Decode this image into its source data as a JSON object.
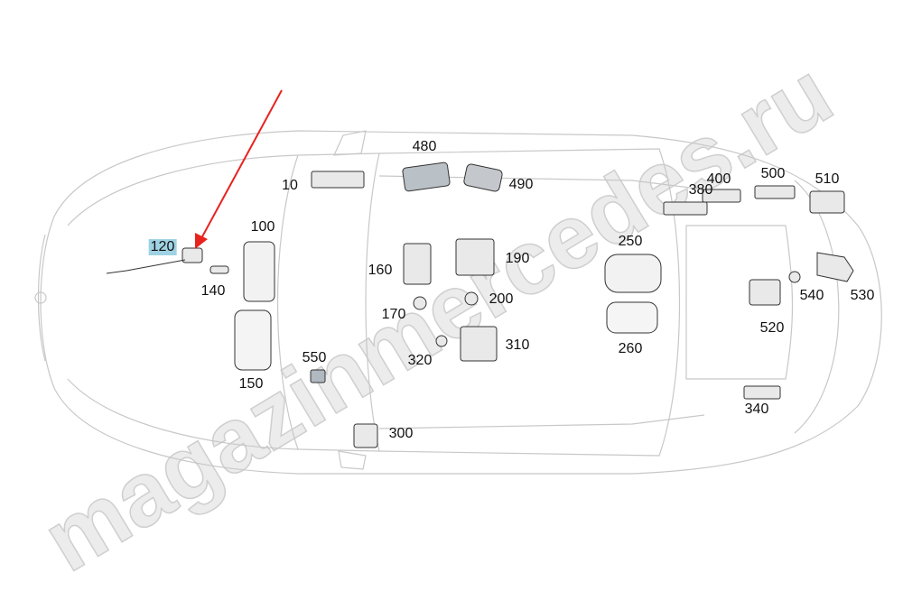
{
  "watermark": "magazinmercedes.ru",
  "highlight_color": "#9fd3e3",
  "arrow_color": "#e8231f",
  "selected_part": "120",
  "parts": [
    {
      "id": "p480",
      "label": "480"
    },
    {
      "id": "p490",
      "label": "490"
    },
    {
      "id": "p10",
      "label": "10"
    },
    {
      "id": "p380",
      "label": "380"
    },
    {
      "id": "p400",
      "label": "400"
    },
    {
      "id": "p500",
      "label": "500"
    },
    {
      "id": "p510",
      "label": "510"
    },
    {
      "id": "p120",
      "label": "120"
    },
    {
      "id": "p100",
      "label": "100"
    },
    {
      "id": "p250",
      "label": "250"
    },
    {
      "id": "p160",
      "label": "160"
    },
    {
      "id": "p190",
      "label": "190"
    },
    {
      "id": "p140",
      "label": "140"
    },
    {
      "id": "p540",
      "label": "540"
    },
    {
      "id": "p530",
      "label": "530"
    },
    {
      "id": "p200",
      "label": "200"
    },
    {
      "id": "p170",
      "label": "170"
    },
    {
      "id": "p520",
      "label": "520"
    },
    {
      "id": "p310",
      "label": "310"
    },
    {
      "id": "p260",
      "label": "260"
    },
    {
      "id": "p320",
      "label": "320"
    },
    {
      "id": "p550",
      "label": "550"
    },
    {
      "id": "p150",
      "label": "150"
    },
    {
      "id": "p340",
      "label": "340"
    },
    {
      "id": "p300",
      "label": "300"
    }
  ]
}
